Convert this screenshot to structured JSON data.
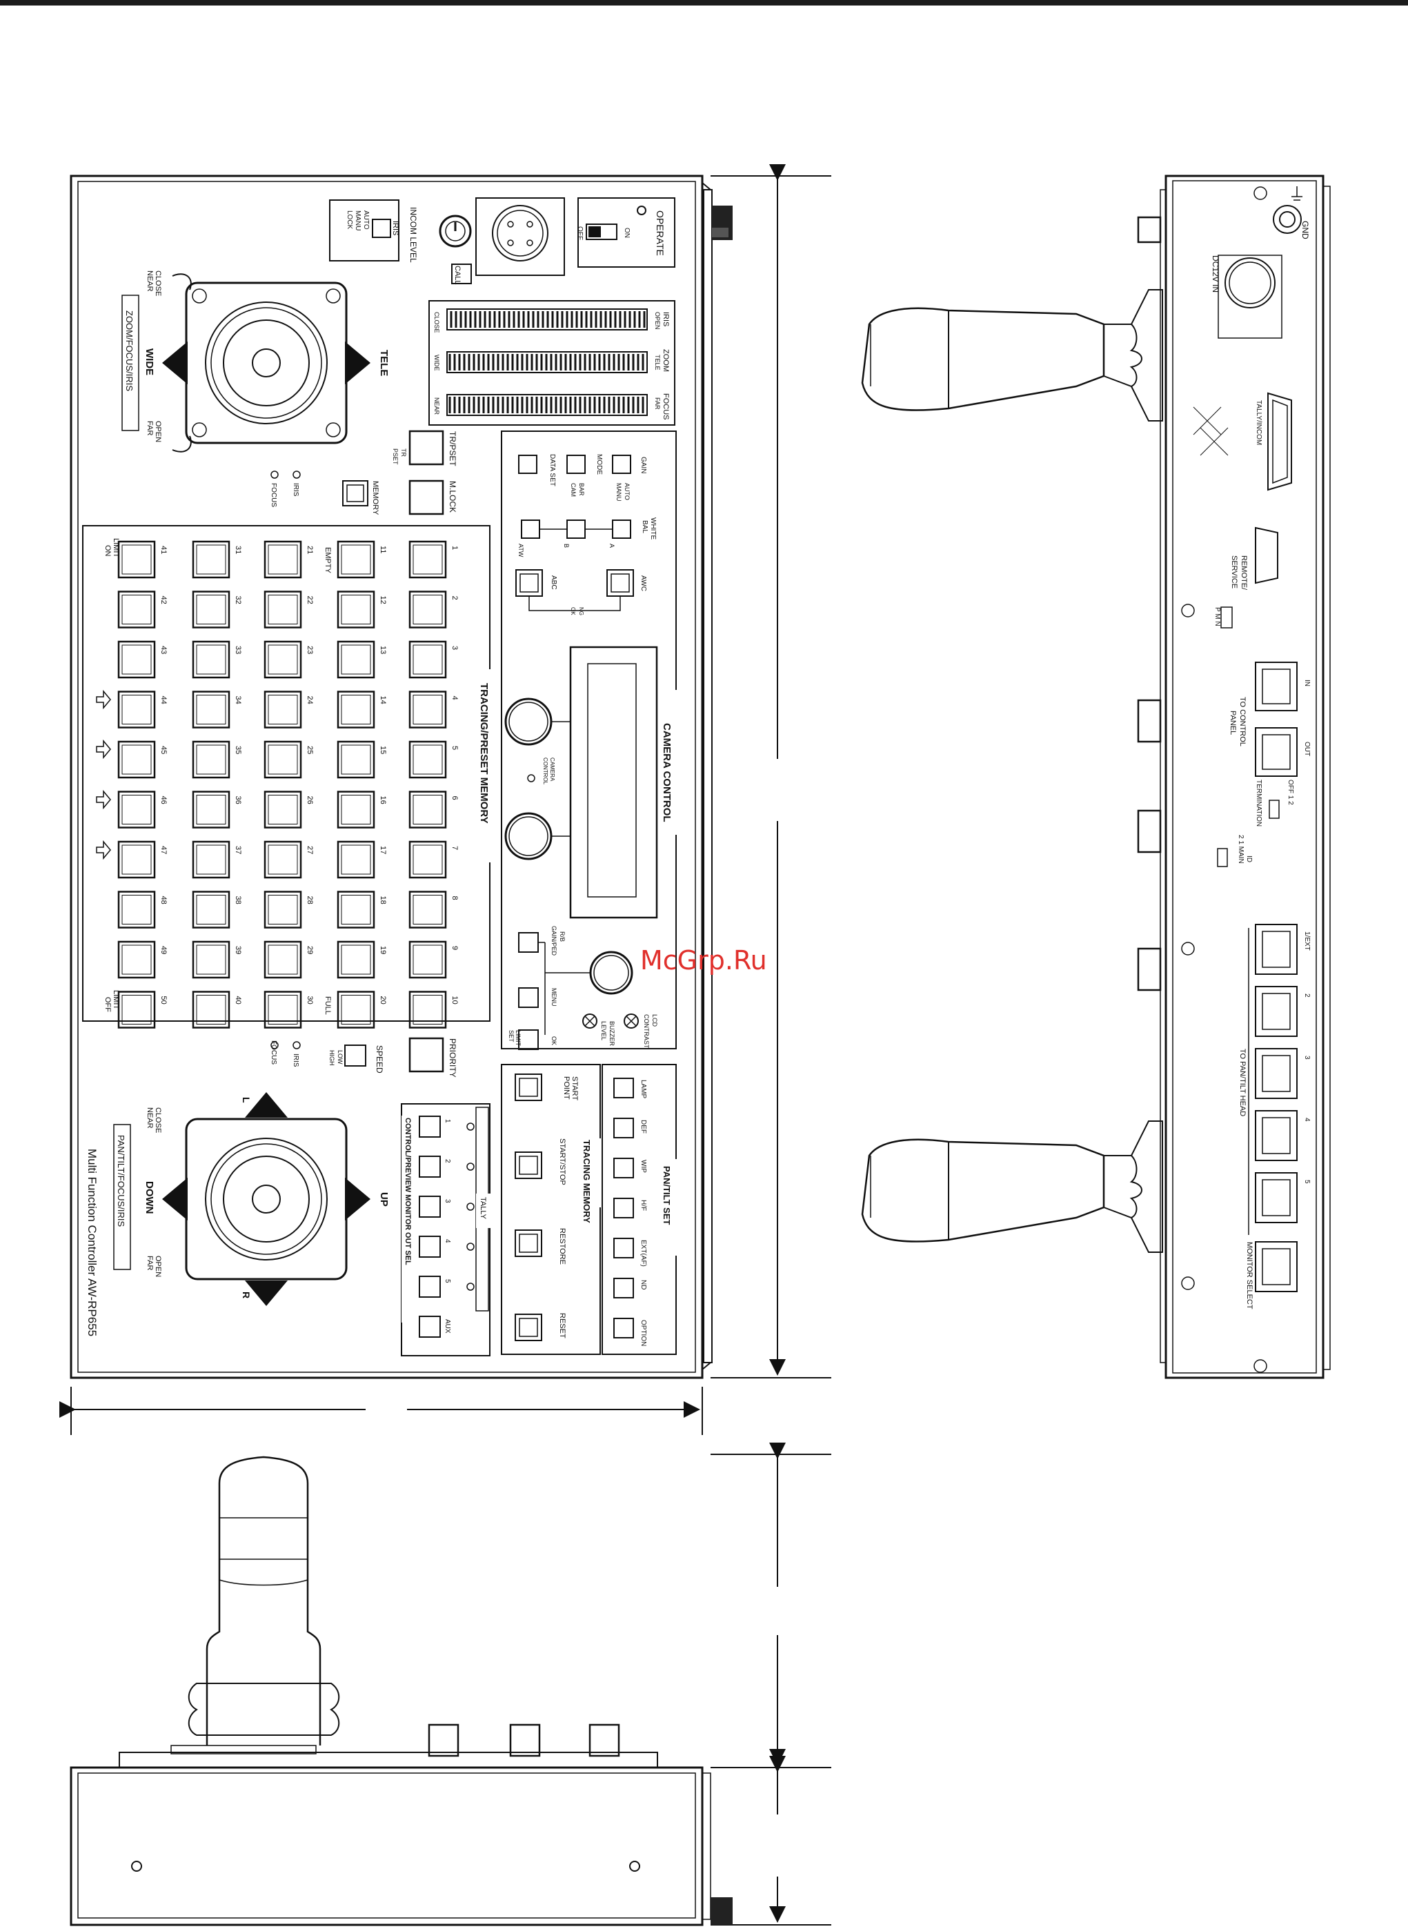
{
  "watermark": "McGrp.Ru",
  "top_view": {
    "operate": {
      "title": "OPERATE",
      "on": "ON",
      "off": "OFF"
    },
    "incom_level": "INCOM LEVEL",
    "call": "CALL",
    "iris_mode": {
      "label": "IRIS",
      "auto": "AUTO",
      "manu": "MANU",
      "lock": "LOCK"
    },
    "zoom_panel_title": "ZOOM/FOCUS/IRIS",
    "zoom_labels": {
      "close": "CLOSE",
      "near": "NEAR",
      "wide": "WIDE",
      "tele": "TELE",
      "open": "OPEN",
      "far": "FAR"
    },
    "bars": [
      {
        "left": "CLOSE",
        "right_top": "IRIS",
        "right_bottom": "OPEN"
      },
      {
        "left": "WIDE",
        "right_top": "ZOOM",
        "right_bottom": "TELE"
      },
      {
        "left": "NEAR",
        "right_top": "FOCUS",
        "right_bottom": "FAR"
      }
    ],
    "indicators": {
      "iris": "IRIS",
      "focus": "FOCUS"
    },
    "tr_pset": {
      "button": "TR/PSET",
      "tr": "TR",
      "pset": "PSET"
    },
    "memory": "MEMORY",
    "m_lock": "M.LOCK",
    "tracing_preset_title": "TRACING/PRESET MEMORY",
    "preset_columns": [
      [
        "1",
        "2",
        "3",
        "4",
        "5",
        "6",
        "7",
        "8",
        "9",
        "10"
      ],
      [
        "11",
        "12",
        "13",
        "14",
        "15",
        "16",
        "17",
        "18",
        "19",
        "20"
      ],
      [
        "21",
        "22",
        "23",
        "24",
        "25",
        "26",
        "27",
        "28",
        "29",
        "30"
      ],
      [
        "31",
        "32",
        "33",
        "34",
        "35",
        "36",
        "37",
        "38",
        "39",
        "40"
      ],
      [
        "41",
        "42",
        "43",
        "44",
        "45",
        "46",
        "47",
        "48",
        "49",
        "50"
      ]
    ],
    "preset_extra": {
      "empty": "EMPTY",
      "full": "FULL",
      "limit_on_1": "LIMIT",
      "limit_on_2": "ON",
      "limit_off_1": "LIMIT",
      "limit_off_2": "OFF"
    },
    "camera_control": {
      "title": "CAMERA CONTROL",
      "gain": "GAIN",
      "auto": "AUTO",
      "manu": "MANU",
      "mode": "MODE",
      "bar": "BAR",
      "cam": "CAM",
      "data_set": "DATA SET",
      "white_bal_1": "WHITE",
      "white_bal_2": "BAL",
      "wb_a": "A",
      "wb_b": "B",
      "atw": "ATW",
      "awc": "AWC",
      "abc": "ABC",
      "ng": "NG",
      "ok": "OK",
      "camera_control_label_1": "CAMERA",
      "camera_control_label_2": "CONTROL",
      "rb_1": "R/B",
      "rb_2": "GAIN/PED",
      "menu": "MENU",
      "lcd_contrast_1": "LCD",
      "lcd_contrast_2": "CONTRAST",
      "buzzer_1": "BUZZER",
      "buzzer_2": "LEVEL",
      "ok_btn": "OK",
      "limit_1": "LIMIT",
      "limit_2": "SET"
    },
    "priority": "PRIORITY",
    "speed": {
      "label": "SPEED",
      "low": "LOW",
      "high": "HIGH"
    },
    "pan_panel_title": "PAN/TILT/FOCUS/IRIS",
    "pan_labels": {
      "close": "CLOSE",
      "near": "NEAR",
      "down": "DOWN",
      "up": "UP",
      "open": "OPEN",
      "far": "FAR",
      "l": "L",
      "r": "R",
      "iris": "IRIS",
      "focus": "FOCUS"
    },
    "monitor_sel_title": "CONTROL/PREVIEW MONITOR OUT SEL",
    "monitor_sel": [
      "1",
      "2",
      "3",
      "4",
      "5",
      "AUX"
    ],
    "tally": "TALLY",
    "tracing_memory": {
      "title": "TRACING MEMORY",
      "start_point_1": "START",
      "start_point_2": "POINT",
      "start_stop": "START/STOP",
      "restore": "RESTORE",
      "reset": "RESET"
    },
    "pan_tilt_set": {
      "title": "PAN/TILT SET",
      "items": [
        "LAMP",
        "DEF",
        "WIP",
        "H/F",
        "EXT(AF)",
        "ND",
        "OPTION"
      ]
    },
    "model_line_1": "Multi Function Controller AW-RP655",
    "model_line_2": ""
  },
  "rear_view": {
    "gnd": "GND",
    "dc_in": "DC12V IN",
    "tally_incom": "TALLY/INCOM",
    "remote_service_1": "REMOTE/",
    "remote_service_2": "SERVICE",
    "pmn": "P M N",
    "to_control_panel_1": "TO CONTROL",
    "to_control_panel_2": "PANEL",
    "in": "IN",
    "out": "OUT",
    "termination": "TERMINATION",
    "termination_opts": "OFF 1 2",
    "id": "ID",
    "id_opts": "2 1 MAIN",
    "to_pan_tilt_head": "TO PAN/TILT HEAD",
    "ports": [
      "1/EXT",
      "2",
      "3",
      "4",
      "5"
    ],
    "monitor_select": "MONITOR SELECT"
  }
}
